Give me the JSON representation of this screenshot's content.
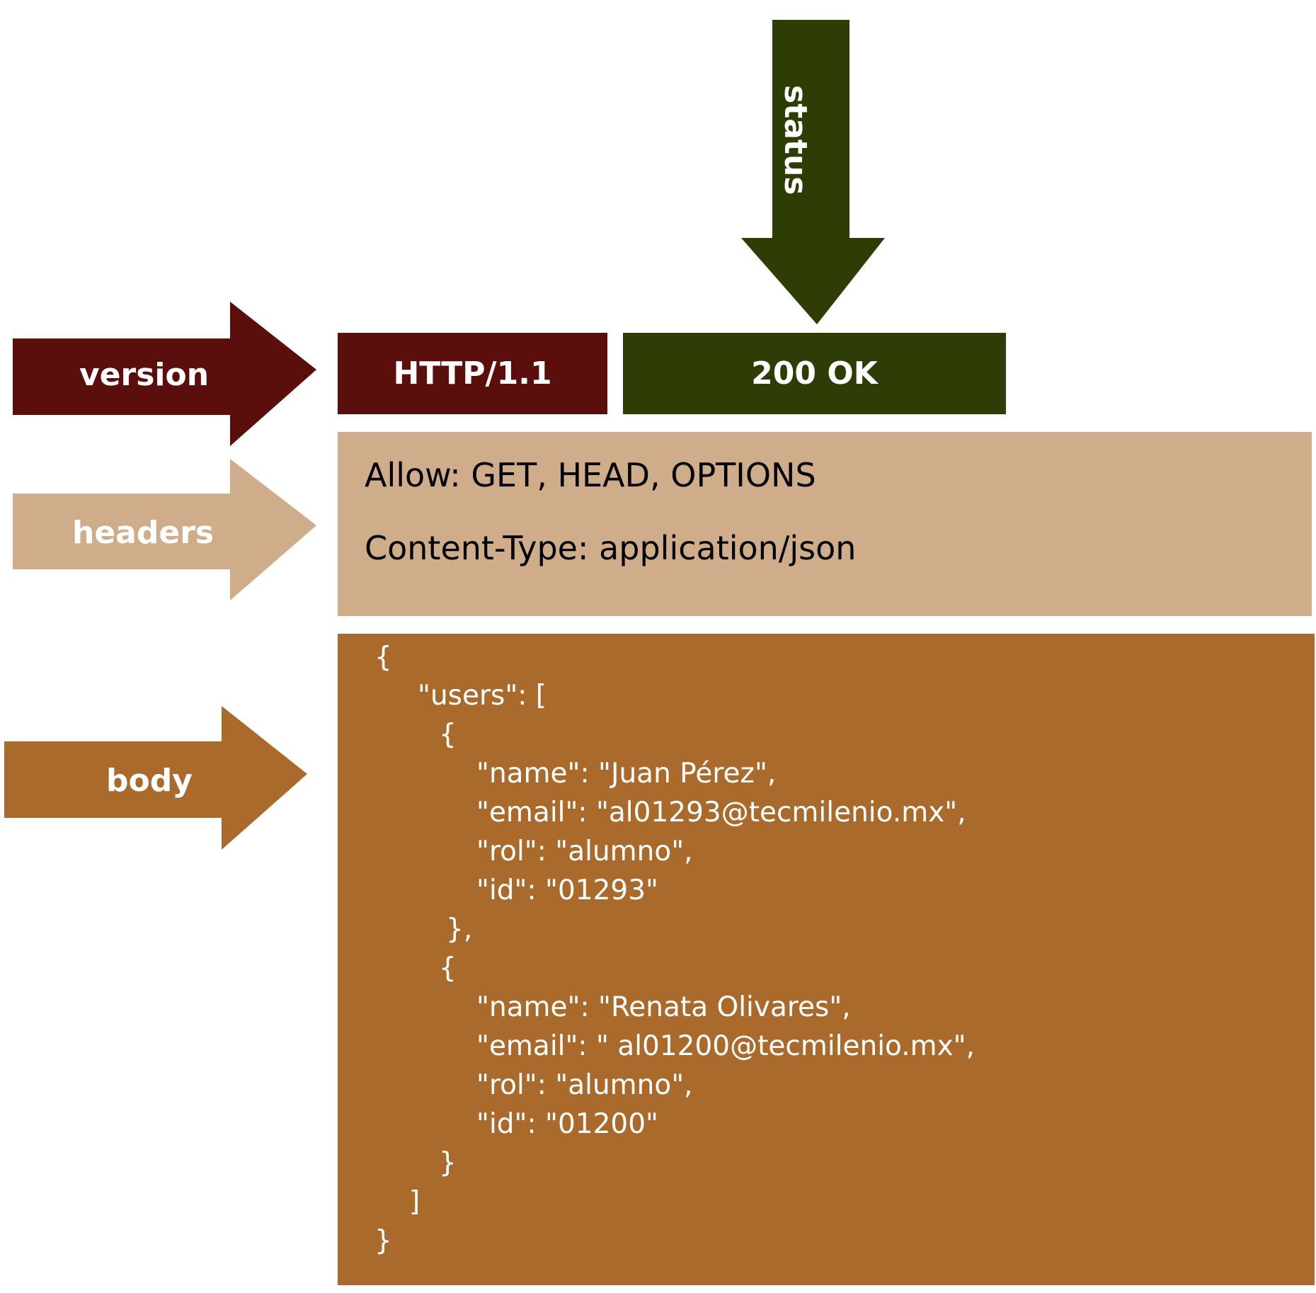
{
  "labels": {
    "version": "version",
    "headers": "headers",
    "body": "body",
    "status": "status"
  },
  "start_line": {
    "version": "HTTP/1.1",
    "status": "200 OK"
  },
  "headers": [
    "Allow: GET, HEAD, OPTIONS",
    "Content-Type: application/json"
  ],
  "body_lines": [
    "{",
    "\"users\": [",
    "{",
    "\"name\": \"Juan Pérez\",",
    "\"email\": \"al01293@tecmilenio.mx\",",
    "\"rol\": \"alumno\",",
    "\"id\": \"01293\"",
    "},",
    "{",
    "\"name\": \"Renata Olivares\",",
    "\"email\": \" al01200@tecmilenio.mx\",",
    "\"rol\": \"alumno\",",
    "\"id\": \"01200\"",
    "}",
    "]",
    "}"
  ],
  "colors": {
    "version": "#5a0f0d",
    "status": "#2e3d05",
    "headers": "#d0ad8a",
    "body": "#a96a2c"
  }
}
